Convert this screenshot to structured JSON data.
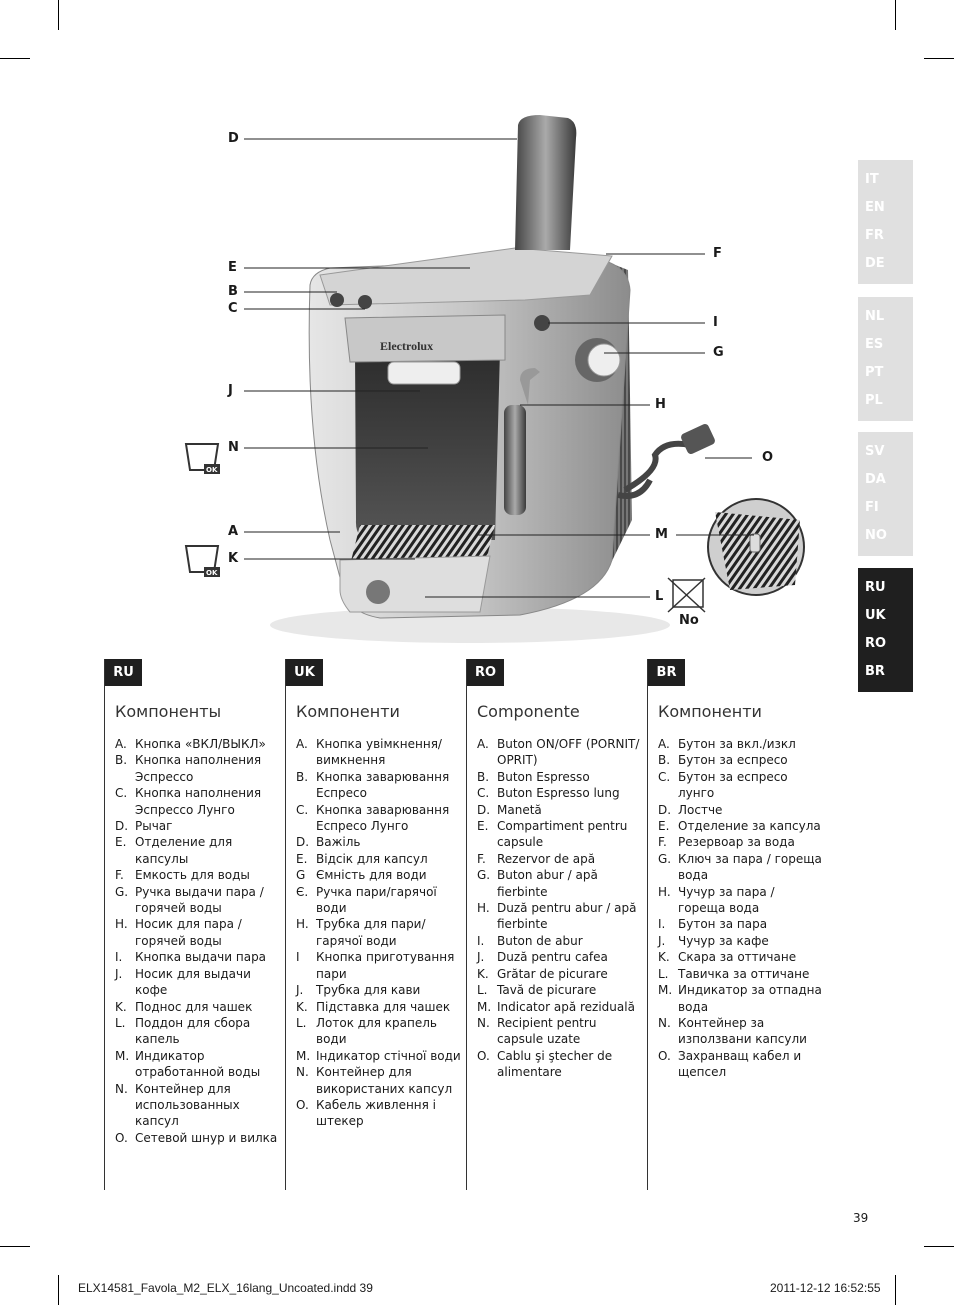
{
  "lang_sidebar": [
    [
      "IT",
      "EN",
      "FR",
      "DE"
    ],
    [
      "NL",
      "ES",
      "PT",
      "PL"
    ],
    [
      "SV",
      "DA",
      "FI",
      "NO"
    ],
    [
      "RU",
      "UK",
      "RO",
      "BR"
    ]
  ],
  "callouts": {
    "D": "D",
    "E": "E",
    "B": "B",
    "C": "C",
    "J": "J",
    "N": "N",
    "A": "A",
    "K": "K",
    "F": "F",
    "I": "I",
    "G": "G",
    "H": "H",
    "O": "O",
    "M": "M",
    "L": "L"
  },
  "diagram": {
    "no_label": "No",
    "ok_label": "OK",
    "brand": "Electrolux"
  },
  "columns": [
    {
      "tag": "RU",
      "title": "Компоненты",
      "items": [
        {
          "l": "A.",
          "t": "Кнопка «ВКЛ/ВЫКЛ»"
        },
        {
          "l": "B.",
          "t": "Кнопка наполнения Эспрессо"
        },
        {
          "l": "C.",
          "t": "Кнопка наполнения Эспрессо Лунго"
        },
        {
          "l": "D.",
          "t": "Рычаг"
        },
        {
          "l": "E.",
          "t": "Отделение для капсулы"
        },
        {
          "l": "F.",
          "t": "Емкость для воды"
        },
        {
          "l": "G.",
          "t": "Ручка выдачи пара / горячей воды"
        },
        {
          "l": "H.",
          "t": "Носик для пара / горячей воды"
        },
        {
          "l": "I.",
          "t": "Кнопка выдачи пара"
        },
        {
          "l": "J.",
          "t": "Носик для выдачи кофе"
        },
        {
          "l": "K.",
          "t": "Поднос для чашек"
        },
        {
          "l": "L.",
          "t": "Поддон для сбора капель"
        },
        {
          "l": "M.",
          "t": "Индикатор отработанной воды"
        },
        {
          "l": "N.",
          "t": "Контейнер для использованных капсул"
        },
        {
          "l": "O.",
          "t": "Сетевой шнур и вилка"
        }
      ]
    },
    {
      "tag": "UK",
      "title": "Компоненти",
      "items": [
        {
          "l": "A.",
          "t": "Кнопка увімкнення/ вимкнення"
        },
        {
          "l": "B.",
          "t": "Кнопка заварювання Еспресо"
        },
        {
          "l": "C.",
          "t": "Кнопка заварювання Еспресо Лунго"
        },
        {
          "l": "D.",
          "t": "Важіль"
        },
        {
          "l": "E.",
          "t": "Відсік для капсул"
        },
        {
          "l": "G",
          "t": "Ємність для води"
        },
        {
          "l": "Є.",
          "t": "Ручка пари/гарячої води"
        },
        {
          "l": "H.",
          "t": "Трубка для пари/гарячої води"
        },
        {
          "l": "I",
          "t": "Кнопка приготування пари"
        },
        {
          "l": "J.",
          "t": "Трубка для кави"
        },
        {
          "l": "K.",
          "t": "Підставка для чашек"
        },
        {
          "l": "L.",
          "t": "Лоток для крапель води"
        },
        {
          "l": "M.",
          "t": "Індикатор стічної води"
        },
        {
          "l": "N.",
          "t": "Контейнер для використаних капсул"
        },
        {
          "l": "O.",
          "t": "Кабель живлення і штекер"
        }
      ]
    },
    {
      "tag": "RO",
      "title": "Componente",
      "items": [
        {
          "l": "A.",
          "t": "Buton ON/OFF (PORNIT/ OPRIT)"
        },
        {
          "l": "B.",
          "t": "Buton Espresso"
        },
        {
          "l": "C.",
          "t": "Buton Espresso lung"
        },
        {
          "l": "D.",
          "t": "Manetă"
        },
        {
          "l": "E.",
          "t": "Compartiment pentru capsule"
        },
        {
          "l": "F.",
          "t": "Rezervor de apă"
        },
        {
          "l": "G.",
          "t": "Buton abur / apă fierbinte"
        },
        {
          "l": "H.",
          "t": "Duză pentru abur / apă fierbinte"
        },
        {
          "l": "I.",
          "t": "Buton de abur"
        },
        {
          "l": "J.",
          "t": "Duză pentru cafea"
        },
        {
          "l": "K.",
          "t": "Grătar de picurare"
        },
        {
          "l": "L.",
          "t": "Tavă de picurare"
        },
        {
          "l": "M.",
          "t": "Indicator apă reziduală"
        },
        {
          "l": "N.",
          "t": "Recipient pentru capsule uzate"
        },
        {
          "l": "O.",
          "t": "Cablu şi ştecher de alimentare"
        }
      ]
    },
    {
      "tag": "BR",
      "title": "Компоненти",
      "items": [
        {
          "l": "A.",
          "t": "Бутон за вкл./изкл"
        },
        {
          "l": "B.",
          "t": "Бутон за еспресо"
        },
        {
          "l": "C.",
          "t": "Бутон за еспресо лунго"
        },
        {
          "l": "D.",
          "t": "Лостче"
        },
        {
          "l": "E.",
          "t": "Отделение за капсула"
        },
        {
          "l": "F.",
          "t": "Резервоар за вода"
        },
        {
          "l": "G.",
          "t": "Ключ за пара / гореща вода"
        },
        {
          "l": "H.",
          "t": "Чучур за пара / гореща вода"
        },
        {
          "l": "I.",
          "t": "Бутон за пара"
        },
        {
          "l": "J.",
          "t": "Чучур за кафе"
        },
        {
          "l": "K.",
          "t": "Скара за оттичане"
        },
        {
          "l": "L.",
          "t": "Тавичка за оттичане"
        },
        {
          "l": "M.",
          "t": "Индикатор за отпадна вода"
        },
        {
          "l": "N.",
          "t": "Контейнер за използвани капсули"
        },
        {
          "l": "O.",
          "t": "Захранващ кабел и щепсел"
        }
      ]
    }
  ],
  "page_number": "39",
  "footer": {
    "left": "ELX14581_Favola_M2_ELX_16lang_Uncoated.indd   39",
    "right": "2011-12-12   16:52:55"
  }
}
